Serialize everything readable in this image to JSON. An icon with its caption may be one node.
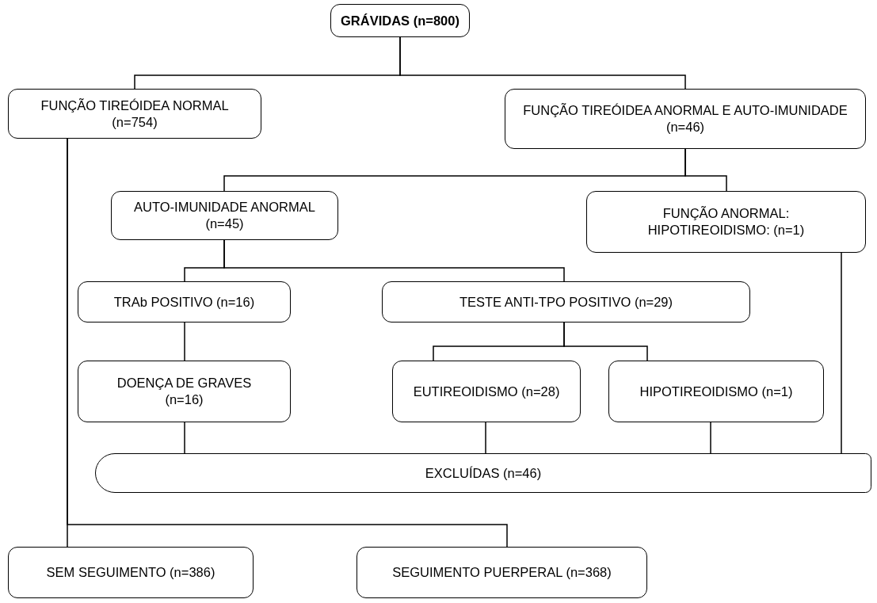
{
  "diagram": {
    "nodes": [
      {
        "text": [
          "GRÁVIDAS (n=800)"
        ]
      },
      {
        "text": [
          "FUNÇÃO TIREÓIDEA NORMAL (n=754)"
        ]
      },
      {
        "text": [
          "FUNÇÃO TIREÓIDEA ANORMAL E AUTO-IMUNIDADE (n=46)"
        ]
      },
      {
        "text": [
          "AUTO-IMUNIDADE ANORMAL (n=45)"
        ]
      },
      {
        "text": [
          "FUNÇÃO ANORMAL: HIPOTIREOIDISMO: (n=1)"
        ]
      },
      {
        "text": [
          "TRAb POSITIVO (n=16)"
        ]
      },
      {
        "text": [
          "TESTE ANTI-TPO POSITIVO (n=29)"
        ]
      },
      {
        "text": [
          "DOENÇA DE GRAVES (n=16)"
        ]
      },
      {
        "text": [
          "EUTIREOIDISMO (n=28)"
        ]
      },
      {
        "text": [
          "HIPOTIREOIDISMO (n=1)"
        ]
      },
      {
        "text": [
          "EXCLUÍDAS (n=46)"
        ]
      },
      {
        "text": [
          "SEM SEGUIMENTO (n=386)"
        ]
      },
      {
        "text": [
          "SEGUIMENTO PUERPERAL (n=368)"
        ]
      }
    ],
    "edges": [
      {
        "from": 0,
        "to": 1,
        "arrow": "none"
      },
      {
        "from": 0,
        "to": 2,
        "arrow": "none"
      },
      {
        "from": 2,
        "to": 3,
        "arrow": "none"
      },
      {
        "from": 2,
        "to": 4,
        "arrow": "none"
      },
      {
        "from": 3,
        "to": 5,
        "arrow": "none"
      },
      {
        "from": 3,
        "to": 6,
        "arrow": "none"
      },
      {
        "from": 5,
        "to": 7,
        "arrow": "none"
      },
      {
        "from": 6,
        "to": 8,
        "arrow": "none"
      },
      {
        "from": 6,
        "to": 9,
        "arrow": "none"
      },
      {
        "from": 7,
        "to": 10,
        "arrow": "none"
      },
      {
        "from": 8,
        "to": 10,
        "arrow": "none"
      },
      {
        "from": 9,
        "to": 10,
        "arrow": "none"
      },
      {
        "from": 4,
        "to": 10,
        "arrow": "none"
      },
      {
        "from": 1,
        "to": 11,
        "arrow": "none"
      },
      {
        "from": 1,
        "to": 12,
        "arrow": "none"
      }
    ]
  }
}
